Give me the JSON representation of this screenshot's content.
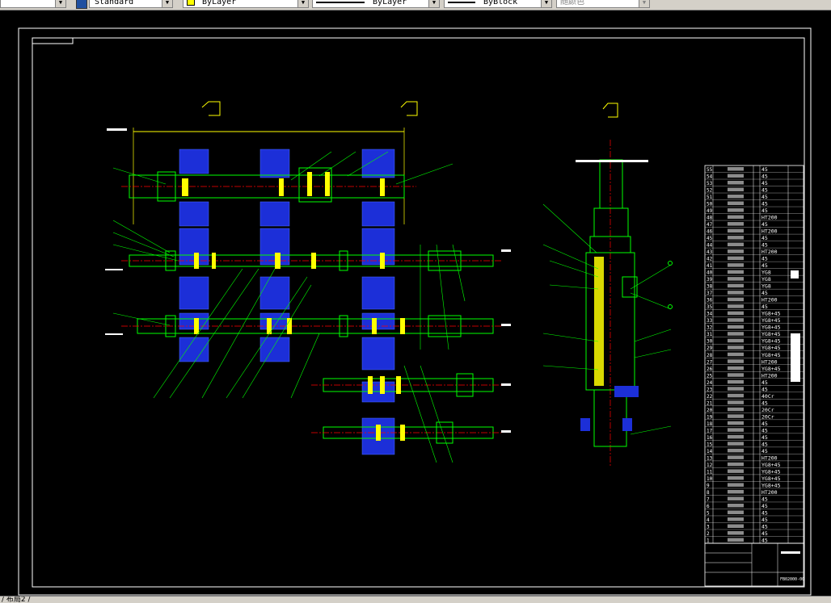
{
  "toolbar": {
    "text_style": "Standard",
    "layer_color": "ByLayer",
    "linetype": "ByLayer",
    "lineweight": "ByBlock",
    "plot_style": "随颜色",
    "swatch_color": "#ffff00"
  },
  "drawing": {
    "view_labels": [
      "",
      "",
      ""
    ],
    "part_table_materials": [
      "45",
      "45",
      "45",
      "45",
      "45",
      "45",
      "45",
      "HT200",
      "45",
      "HT200",
      "45",
      "45",
      "HT200",
      "45",
      "45",
      "YG8",
      "YG8",
      "YG8",
      "45",
      "HT200",
      "45",
      "YG8+45",
      "YG8+45",
      "YG8+45",
      "YG8+45",
      "YG8+45",
      "YG8+45",
      "YG8+45",
      "HT200",
      "YG8+45",
      "HT200",
      "45",
      "45",
      "40Cr",
      "45",
      "20Cr",
      "20Cr",
      "45",
      "45",
      "45",
      "45",
      "45",
      "HT200",
      "YG8+45",
      "YG8+45",
      "YG8+45",
      "YG8+45",
      "HT200",
      "45",
      "45",
      "45",
      "45",
      "45",
      "45",
      "45"
    ],
    "drawing_number": "FB02000-00"
  },
  "statusbar": {
    "layout_tab": "布局2"
  }
}
